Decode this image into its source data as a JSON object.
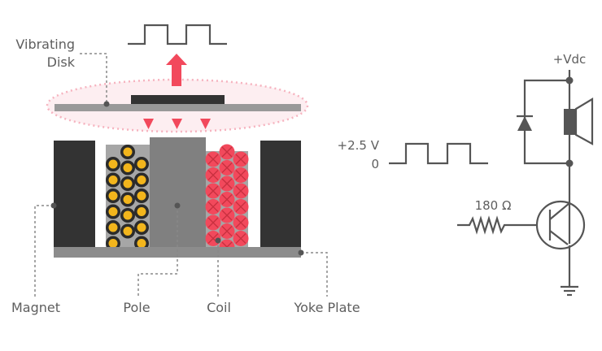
{
  "labels": {
    "vibrating_disk_line1": "Vibrating",
    "vibrating_disk_line2": "Disk",
    "magnet": "Magnet",
    "pole": "Pole",
    "coil": "Coil",
    "yoke_plate": "Yoke Plate",
    "signal_high": "+2.5 V",
    "signal_low": "0",
    "supply": "+Vdc",
    "resistor": "180 Ω"
  },
  "colors": {
    "magnet": "#333333",
    "pole": "#808080",
    "plate": "#999999",
    "coil_bg": "#a6a6a6",
    "coil_out": "#f2b51c",
    "coil_in": "#f2495c",
    "accent_red": "#f2495c",
    "vibration_zone": "#fde6ea",
    "wire": "#555555",
    "text": "#5e5e5e"
  },
  "coil": {
    "left_current": "out-of-page",
    "right_current": "into-page"
  }
}
